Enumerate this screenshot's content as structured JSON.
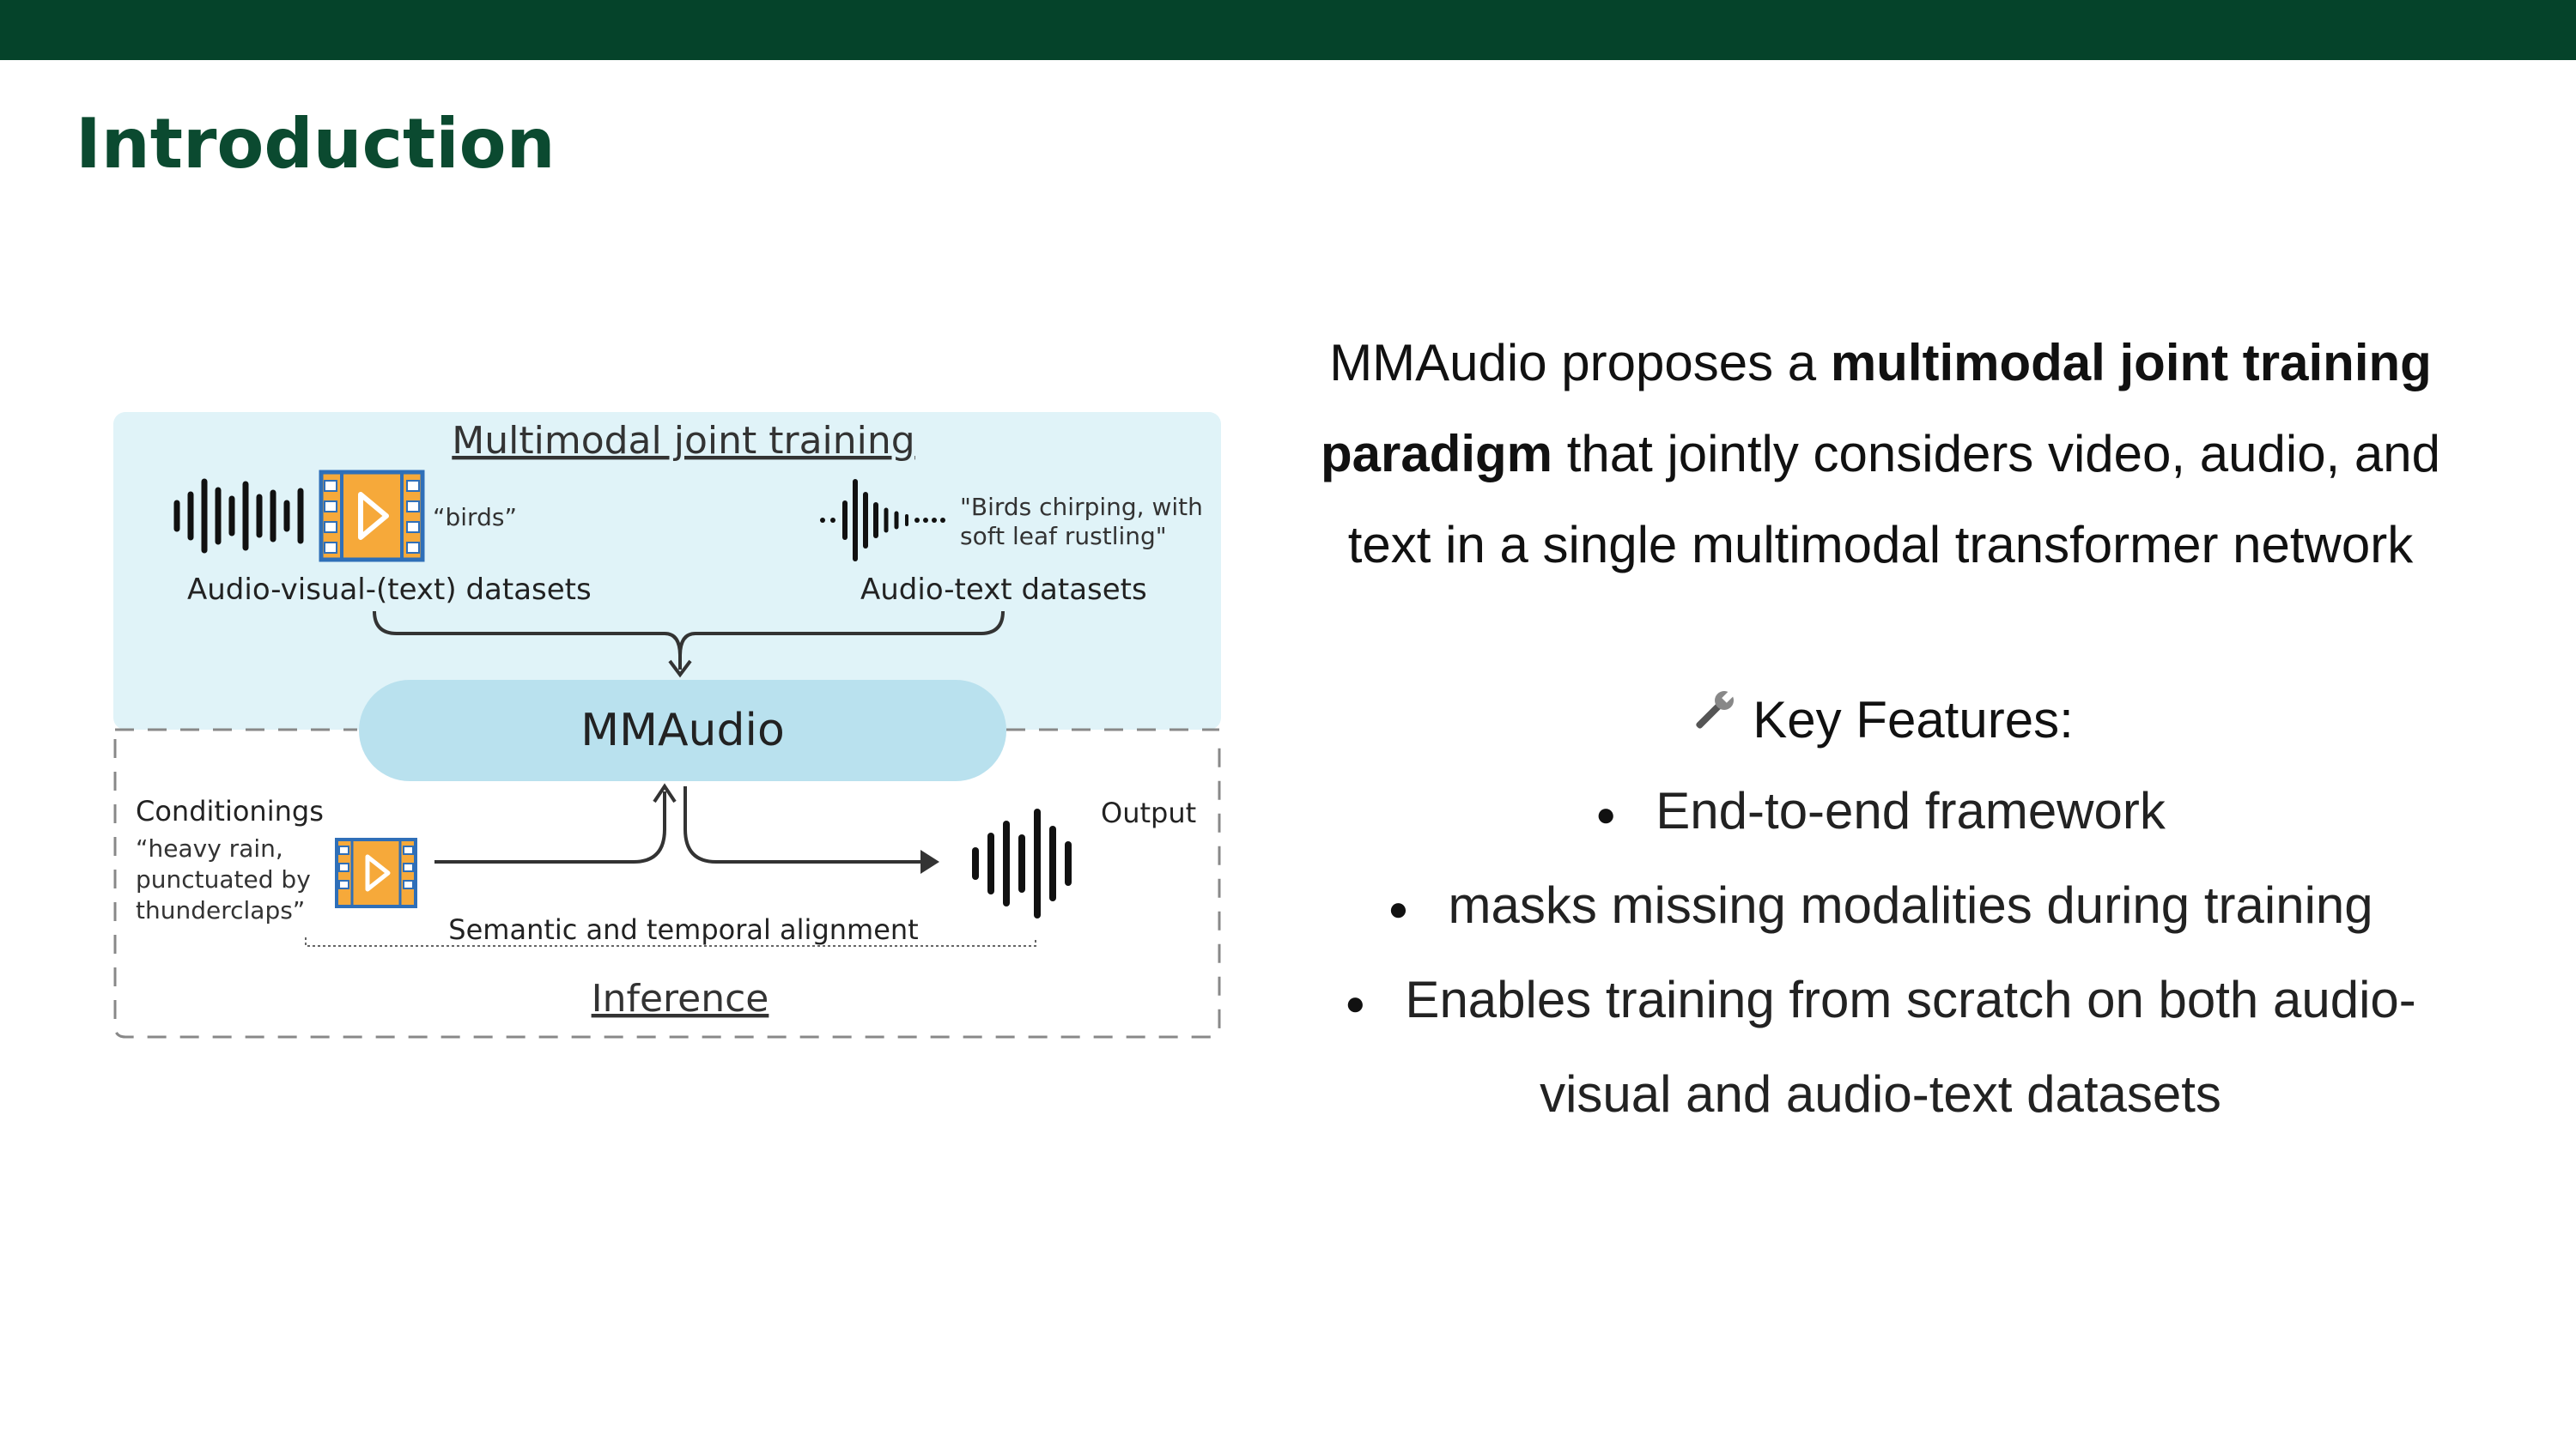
{
  "slide": {
    "title": "Introduction",
    "colors": {
      "header_bar": "#05432a",
      "title": "#0b4a30",
      "training_panel": "#e0f3f8",
      "mmaudio_box": "#b9e1ee",
      "video_icon": "#f6a93a"
    }
  },
  "figure": {
    "training_title": "Multimodal joint training",
    "av_caption": "“birds”",
    "av_label": "Audio-visual-(text) datasets",
    "at_caption_line1": "\"Birds chirping, with",
    "at_caption_line2": "soft leaf rustling\"",
    "at_label": "Audio-text datasets",
    "model": "MMAudio",
    "cond_title": "Conditionings",
    "cond_line1": "“heavy rain,",
    "cond_line2": "punctuated by",
    "cond_line3": "thunderclaps”",
    "output": "Output",
    "alignment": "Semantic and temporal alignment",
    "inference": "Inference",
    "icons": [
      "waveform-icon",
      "video-film-icon",
      "arrow-icon"
    ]
  },
  "content": {
    "p_line1_a": "MMAudio proposes a ",
    "p_line1_b": "multimodal joint training",
    "p_line2_a": "paradigm",
    "p_line2_b": " that jointly considers video, audio, and",
    "p_line3": "text in a single multimodal transformer network",
    "key_icon": "wrench-icon",
    "key_label": "Key Features:",
    "bullets": [
      "End-to-end framework",
      "masks missing modalities during training",
      "Enables training from scratch on both audio-",
      "visual and audio-text datasets"
    ]
  }
}
